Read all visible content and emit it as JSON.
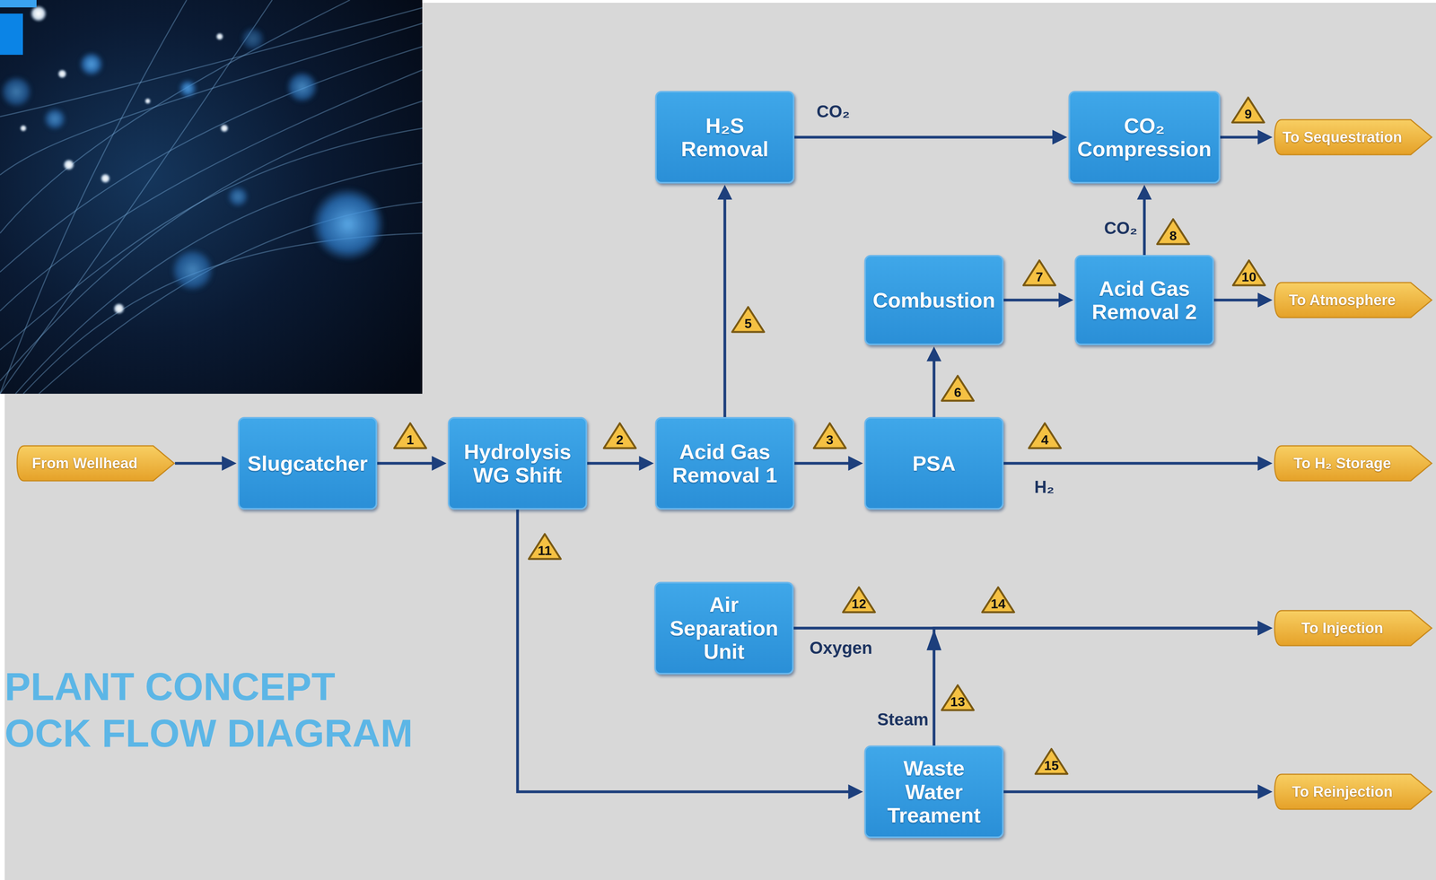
{
  "diagram": {
    "title": "PLANT CONCEPT OCK FLOW DIAGRAM",
    "nodes": [
      {
        "text": [
          "H₂S Removal"
        ]
      },
      {
        "text": [
          "CO₂ Compression"
        ]
      },
      {
        "text": [
          "To Sequestration"
        ]
      },
      {
        "text": [
          "Combustion"
        ]
      },
      {
        "text": [
          "Acid Gas Removal 2"
        ]
      },
      {
        "text": [
          "To Atmosphere"
        ]
      },
      {
        "text": [
          "From Wellhead"
        ]
      },
      {
        "text": [
          "Slugcatcher"
        ]
      },
      {
        "text": [
          "Hydrolysis WG Shift"
        ]
      },
      {
        "text": [
          "Acid Gas Removal 1"
        ]
      },
      {
        "text": [
          "PSA"
        ]
      },
      {
        "text": [
          "To H₂ Storage"
        ]
      },
      {
        "text": [
          "Air Separation Unit"
        ]
      },
      {
        "text": [
          "To Injection"
        ]
      },
      {
        "text": [
          "Waste Water Treament"
        ]
      },
      {
        "text": [
          "To Reinjection"
        ]
      }
    ],
    "edges": [
      {
        "from": 6,
        "to": 7,
        "arrow": "to"
      },
      {
        "from": 7,
        "to": 8,
        "arrow": "to"
      },
      {
        "from": 8,
        "to": 9,
        "arrow": "to"
      },
      {
        "from": 9,
        "to": 10,
        "arrow": "to"
      },
      {
        "from": 10,
        "to": 11,
        "label": "H₂",
        "arrow": "to"
      },
      {
        "from": 9,
        "to": 0,
        "arrow": "to"
      },
      {
        "from": 10,
        "to": 3,
        "arrow": "to"
      },
      {
        "from": 3,
        "to": 4,
        "arrow": "to"
      },
      {
        "from": 4,
        "to": 1,
        "label": "CO₂",
        "arrow": "to"
      },
      {
        "from": 0,
        "to": 1,
        "label": "CO₂",
        "arrow": "to"
      },
      {
        "from": 1,
        "to": 2,
        "arrow": "to"
      },
      {
        "from": 4,
        "to": 5,
        "arrow": "to"
      },
      {
        "from": 8,
        "to": 14,
        "arrow": "to"
      },
      {
        "from": 12,
        "to": 13,
        "label": "Oxygen",
        "arrow": "to"
      },
      {
        "from": 14,
        "to": 13,
        "label": "Steam",
        "arrow": "to"
      },
      {
        "from": 14,
        "to": 15,
        "arrow": "to"
      }
    ],
    "labels": [
      "1",
      "2",
      "3",
      "4",
      "5",
      "6",
      "7",
      "8",
      "9",
      "10",
      "11",
      "12",
      "13",
      "14",
      "15"
    ]
  }
}
